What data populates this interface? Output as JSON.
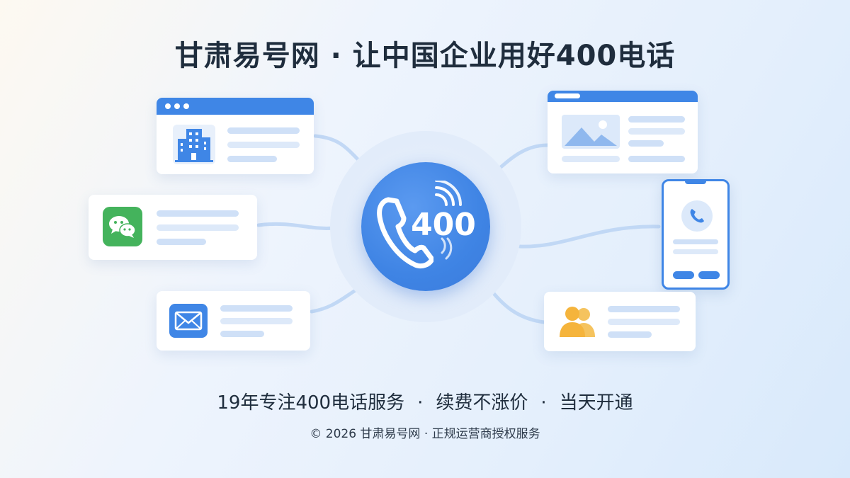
{
  "title": "甘肃易号网 · 让中国企业用好400电话",
  "hub": {
    "number": "400",
    "icon": "phone-handset-icon",
    "signal": "signal-waves-icon"
  },
  "slogans": [
    "19年专注400电话服务",
    "续费不涨价",
    "当天开通"
  ],
  "slogan_separator": "·",
  "footer": "© 2026 甘肃易号网 · 正规运营商授权服务",
  "cards": {
    "left": [
      {
        "icon": "building-icon"
      },
      {
        "icon": "wechat-icon"
      },
      {
        "icon": "mail-icon"
      }
    ],
    "right": [
      {
        "icon": "image-icon"
      },
      {
        "icon": "phone-call-icon"
      },
      {
        "icon": "users-icon"
      }
    ]
  },
  "colors": {
    "accent": "#3f86e6",
    "wechat": "#44b35c",
    "users": "#f5b43c",
    "title": "#1f2d3d"
  }
}
